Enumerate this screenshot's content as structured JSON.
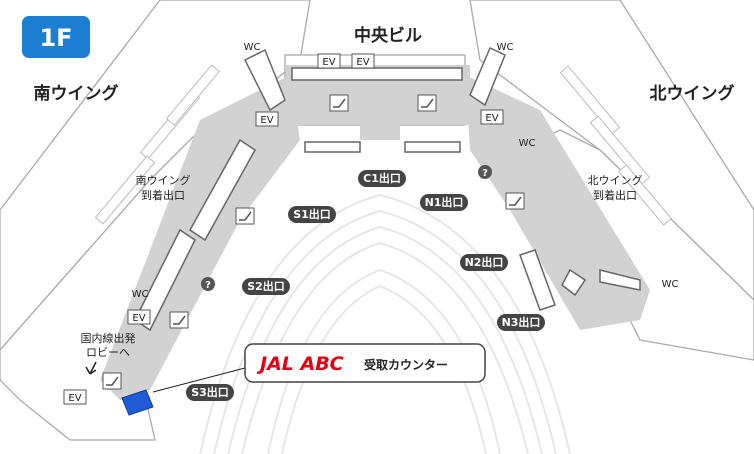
{
  "floor_badge": "1F",
  "areas": {
    "center": "中央ビル",
    "south": "南ウイング",
    "north": "北ウイング"
  },
  "arrival_south": [
    "南ウイング",
    "到着出口"
  ],
  "arrival_north": [
    "北ウイング",
    "到着出口"
  ],
  "exits": [
    "C1出口",
    "S1出口",
    "S2出口",
    "S3出口",
    "N1出口",
    "N2出口",
    "N3出口"
  ],
  "wc": "WC",
  "ev": "EV",
  "info": "?",
  "domestic_lobby": [
    "国内線出発",
    "ロビーへ"
  ],
  "callout": {
    "brand": "JAL ABC",
    "text": "受取カウンター"
  },
  "colors": {
    "badge": "#1c7fd2",
    "corridor": "#d2d2d2",
    "pill": "#444444",
    "counter": "#1e5bd6",
    "brand": "#e60012"
  }
}
